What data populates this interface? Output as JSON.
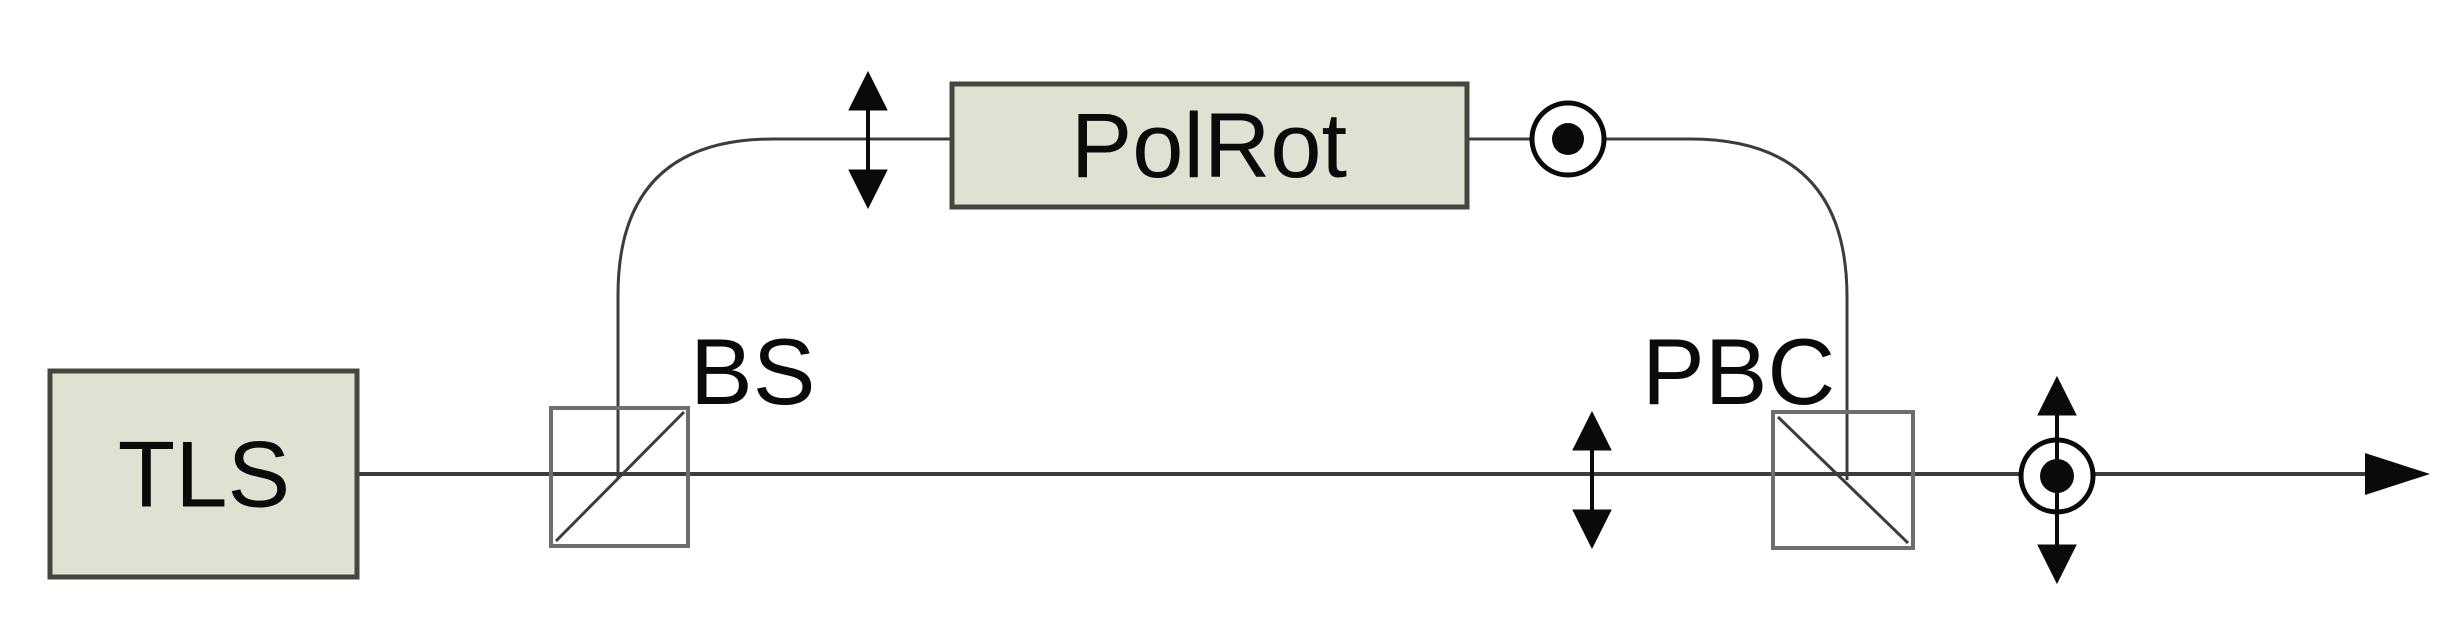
{
  "diagram": {
    "type": "optical-setup-schematic",
    "components": {
      "tls": {
        "label": "TLS"
      },
      "bs": {
        "label": "BS"
      },
      "polrot": {
        "label": "PolRot"
      },
      "pbc": {
        "label": "PBC"
      }
    },
    "symbols": {
      "vertical_polarization_icon": "double-headed-vertical-arrow",
      "out_of_plane_polarization_icon": "circle-with-center-dot",
      "output_icon": "right-pointing-arrowhead"
    },
    "colors": {
      "background": "#ffffff",
      "box_fill": "#dfe2d2",
      "box_border": "#45473f",
      "cube_border": "#6e6e6e",
      "line": "#3c3c3a",
      "symbol": "#0a0a0a"
    }
  }
}
